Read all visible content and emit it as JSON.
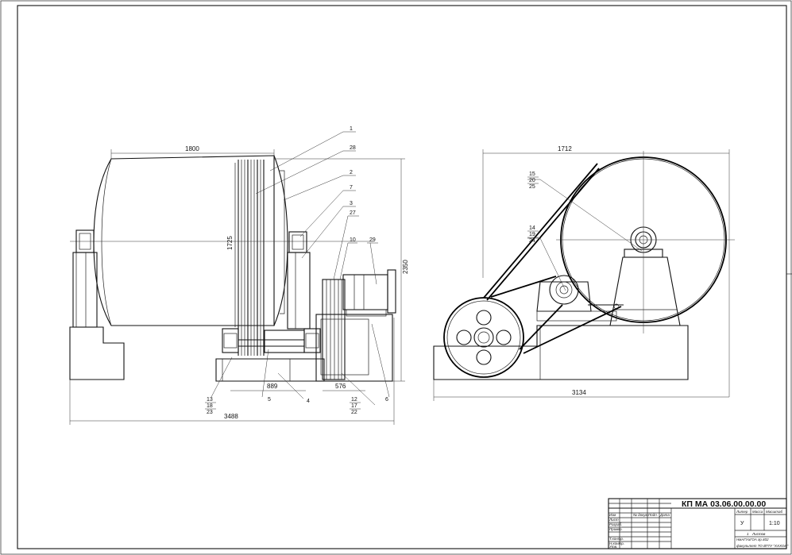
{
  "drawing": {
    "designation": "КП МА 03.06.00.00.00",
    "scale": "1:10",
    "lit": "У",
    "sheet_label": "Листов",
    "sheet_num": "1",
    "org_line1": "НмАГУиГОА гр.402",
    "org_line2": "факультет ТО ВТТУ \"ХХХОИ\"",
    "col_lit_header": "Литер",
    "col_mass_header": "Масса",
    "col_scale_header": "Масштаб",
    "col_sign": "Подп.",
    "col_date": "Дата",
    "col_doc": "№ докум.",
    "rows": [
      "Изм",
      "Лист",
      "Разраб.",
      "Провер.",
      "Т.контр.",
      "Н.контр.",
      "Утв."
    ]
  },
  "left_view": {
    "dim_top": "1800",
    "dim_height_drum": "1725",
    "dim_height_total": "2350",
    "dim_889": "889",
    "dim_576": "576",
    "dim_total_width": "3488",
    "labels": [
      "1",
      "28",
      "2",
      "7",
      "3",
      "27",
      "10",
      "29",
      "6",
      "4",
      "5"
    ],
    "stack_13": [
      "13",
      "18",
      "23"
    ],
    "stack_12": [
      "12",
      "17",
      "22"
    ]
  },
  "right_view": {
    "dim_top": "1712",
    "dim_bottom": "3134",
    "stack_15": [
      "15",
      "20",
      "25"
    ],
    "stack_14": [
      "14",
      "19",
      "24"
    ]
  },
  "colors": {
    "line": "#111111",
    "paper": "#ffffff"
  }
}
